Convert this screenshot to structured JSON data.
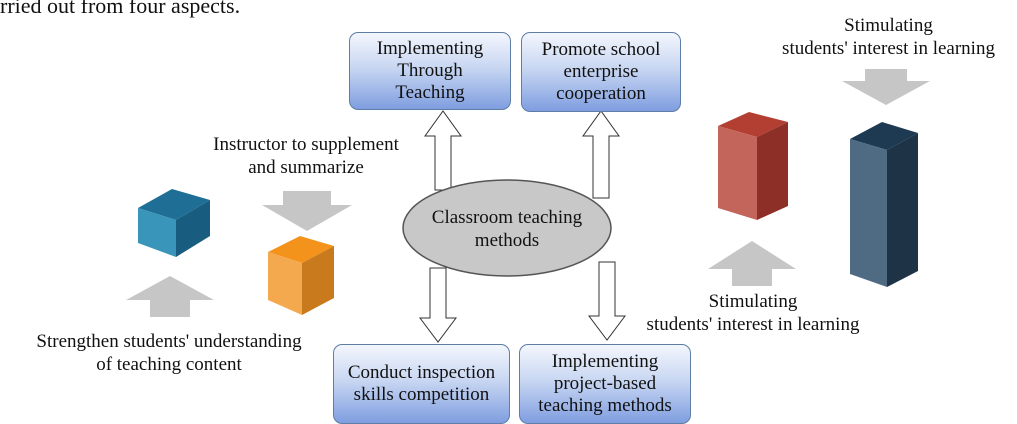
{
  "intro_fragment": "rried out from four aspects.",
  "center_node": [
    "Classroom teaching",
    "methods"
  ],
  "boxes": {
    "top_left": [
      "Implementing",
      "Through",
      "Teaching"
    ],
    "top_right": [
      "Promote school",
      "enterprise",
      "cooperation"
    ],
    "bottom_left": [
      "Conduct inspection",
      "skills competition"
    ],
    "bottom_right": [
      "Implementing",
      "project-based",
      "teaching methods"
    ]
  },
  "left_labels": {
    "supplement": [
      "Instructor to supplement",
      "and summarize"
    ],
    "strengthen": [
      "Strengthen students' understanding",
      "of teaching content"
    ]
  },
  "right_labels": {
    "interest_top": [
      "Stimulating",
      "students' interest in learning"
    ],
    "interest_bottom": [
      "Stimulating",
      "students' interest in learning"
    ]
  },
  "colors": {
    "box_gradient_top": "#f3f6fd",
    "box_gradient_bottom": "#7f9ee0",
    "ellipse_fill": "#c8c8c8",
    "blue_cube": "#2a7ea6",
    "orange_cube": "#f0961e",
    "red_prism": "#b5483b",
    "navy_prism": "#3a5a74",
    "grey_arrow": "#c6c6c6"
  }
}
